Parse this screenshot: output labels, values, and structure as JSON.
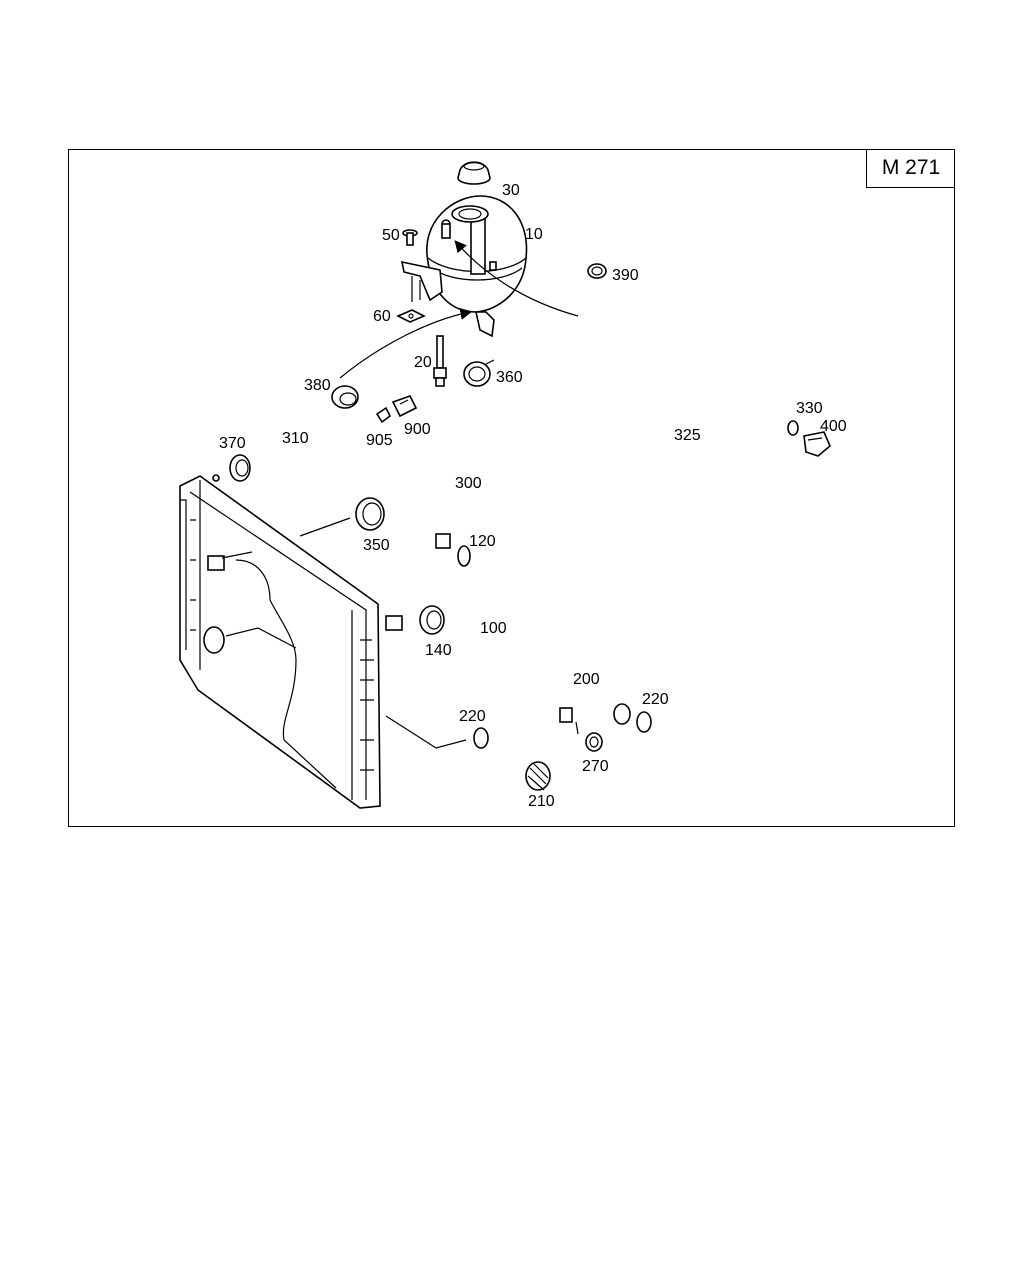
{
  "engine_code": "M 271",
  "labels": {
    "p10": "10",
    "p20": "20",
    "p30": "30",
    "p50": "50",
    "p60": "60",
    "p100": "100",
    "p120": "120",
    "p140": "140",
    "p200": "200",
    "p210": "210",
    "p220a": "220",
    "p220b": "220",
    "p270": "270",
    "p300": "300",
    "p310": "310",
    "p325": "325",
    "p330": "330",
    "p350": "350",
    "p360": "360",
    "p370": "370",
    "p380": "380",
    "p390": "390",
    "p400": "400",
    "p900": "900",
    "p905": "905"
  }
}
